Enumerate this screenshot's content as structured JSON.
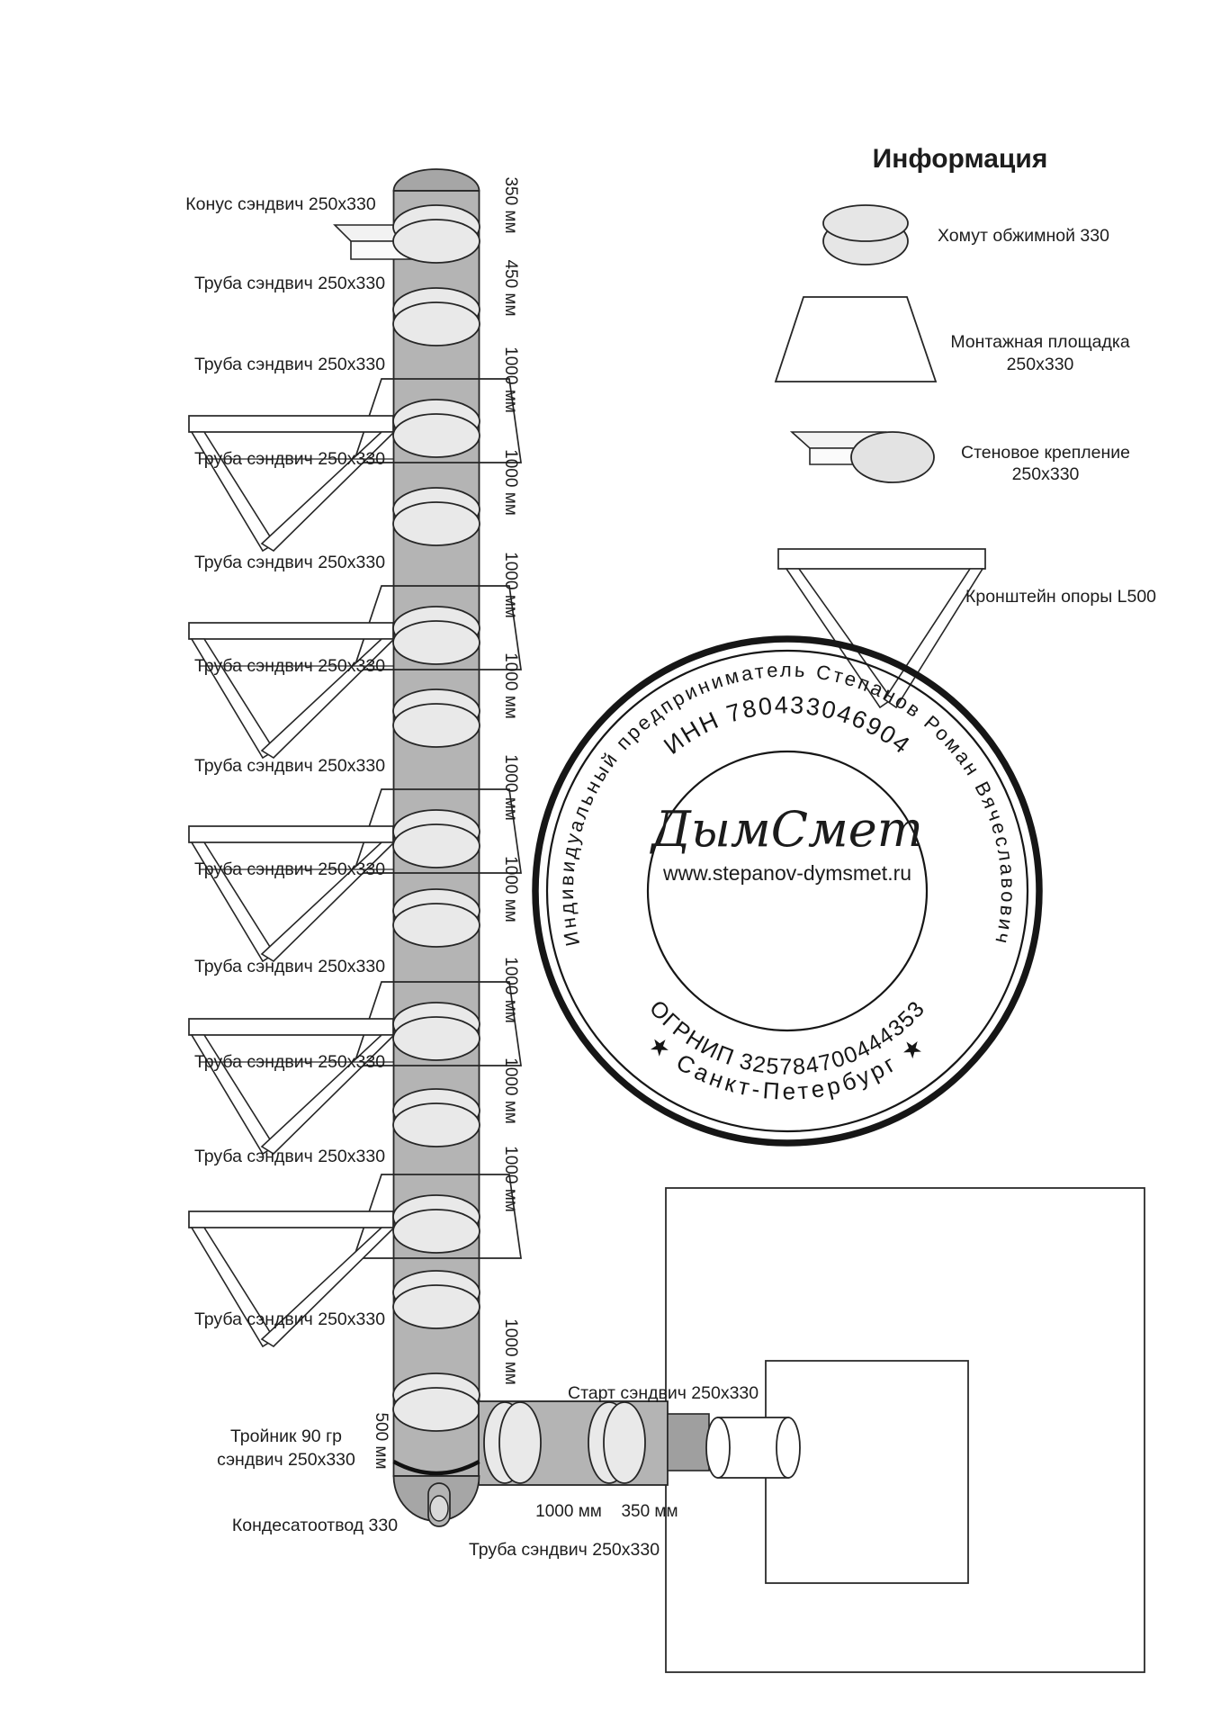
{
  "legend": {
    "title": "Информация",
    "items": [
      {
        "label": "Хомут обжимной 330"
      },
      {
        "label_line1": "Монтажная площадка",
        "label_line2": "250x330"
      },
      {
        "label_line1": "Стеновое крепление",
        "label_line2": "250x330"
      },
      {
        "label": "Кронштейн опоры  L500"
      }
    ]
  },
  "diagram": {
    "labels": {
      "cone": "Конус сэндвич 250x330",
      "pipe": "Труба сэндвич 250x330",
      "tee_line1": "Тройник 90 гр",
      "tee_line2": "сэндвич 250x330",
      "condensate": "Кондесатоотвод 330",
      "start": "Старт сэндвич 250x330"
    },
    "dims": {
      "d350": "350 мм",
      "d450": "450 мм",
      "d1000": "1000 мм",
      "d500": "500 мм"
    }
  },
  "stamp": {
    "ring_text": "Индивидуальный предприниматель Степанов Роман Вячеславович",
    "inn": "ИНН 780433046904",
    "name": "ДымСмет",
    "site": "www.stepanov-dymsmet.ru",
    "ogrnip": "ОГРНИП 325784700444353",
    "city": "★  Санкт-Петербург  ★"
  },
  "colors": {
    "pipe_gray": "#b4b4b4",
    "clamp_gray": "#e9e9e9",
    "cap_gray": "#a6a6a6",
    "adapter_gray": "#9f9f9f",
    "line": "#262626",
    "stamp_ink": "#161616"
  }
}
